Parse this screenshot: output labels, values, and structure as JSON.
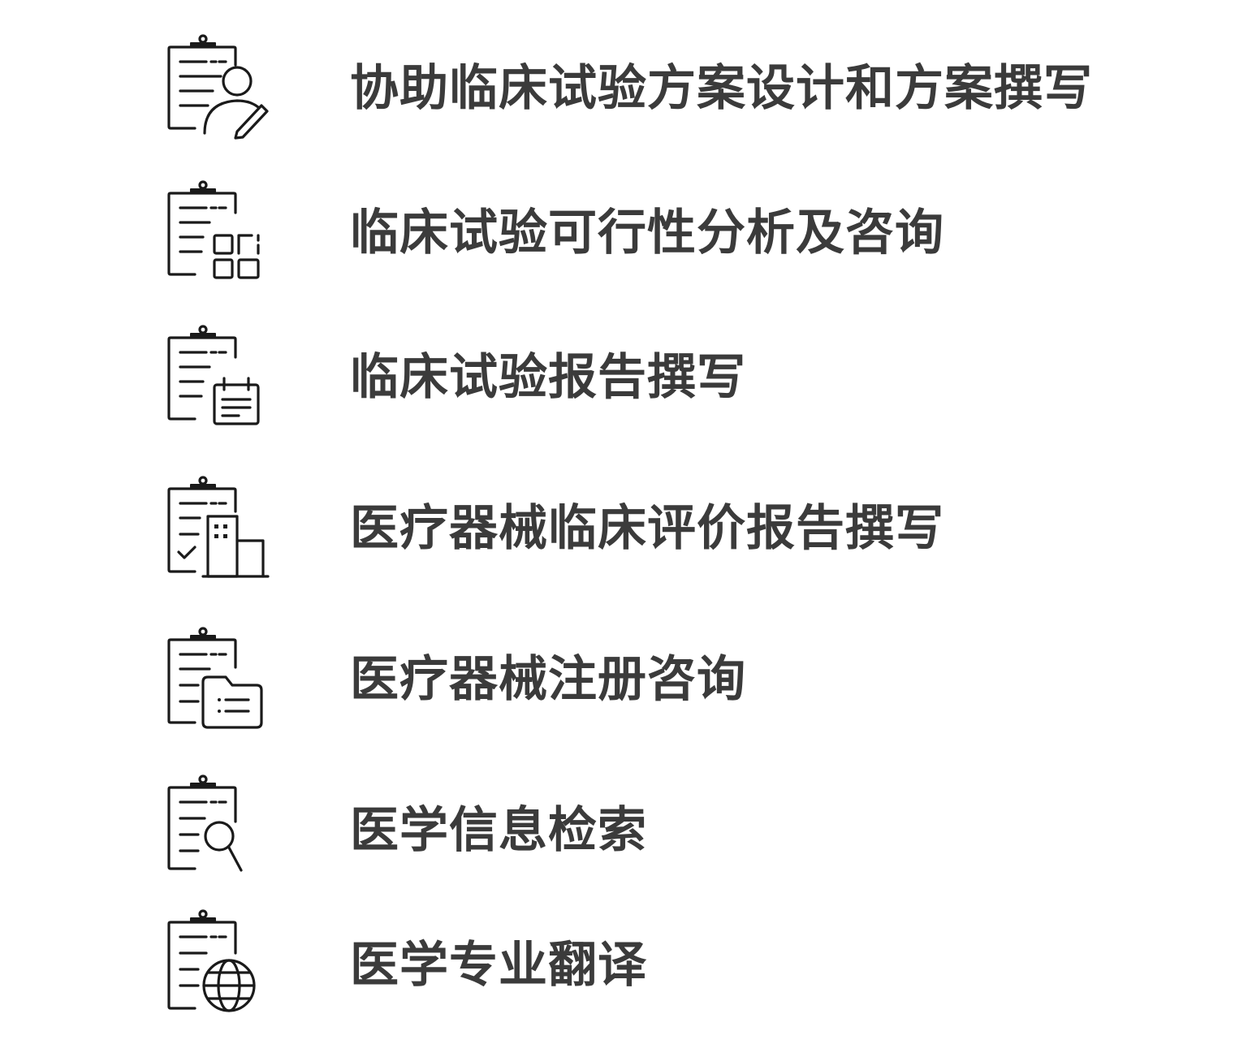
{
  "services": [
    {
      "icon": "clipboard-user-pen-icon",
      "label": "协助临床试验方案设计和方案撰写"
    },
    {
      "icon": "clipboard-grid-icon",
      "label": "临床试验可行性分析及咨询"
    },
    {
      "icon": "clipboard-calendar-icon",
      "label": "临床试验报告撰写"
    },
    {
      "icon": "clipboard-building-icon",
      "label": "医疗器械临床评价报告撰写"
    },
    {
      "icon": "clipboard-folder-icon",
      "label": "医疗器械注册咨询"
    },
    {
      "icon": "clipboard-search-icon",
      "label": "医学信息检索"
    },
    {
      "icon": "clipboard-globe-icon",
      "label": "医学专业翻译"
    }
  ],
  "colors": {
    "text": "#3b3b3b",
    "icon_stroke": "#1a1a1a",
    "background": "#ffffff"
  }
}
